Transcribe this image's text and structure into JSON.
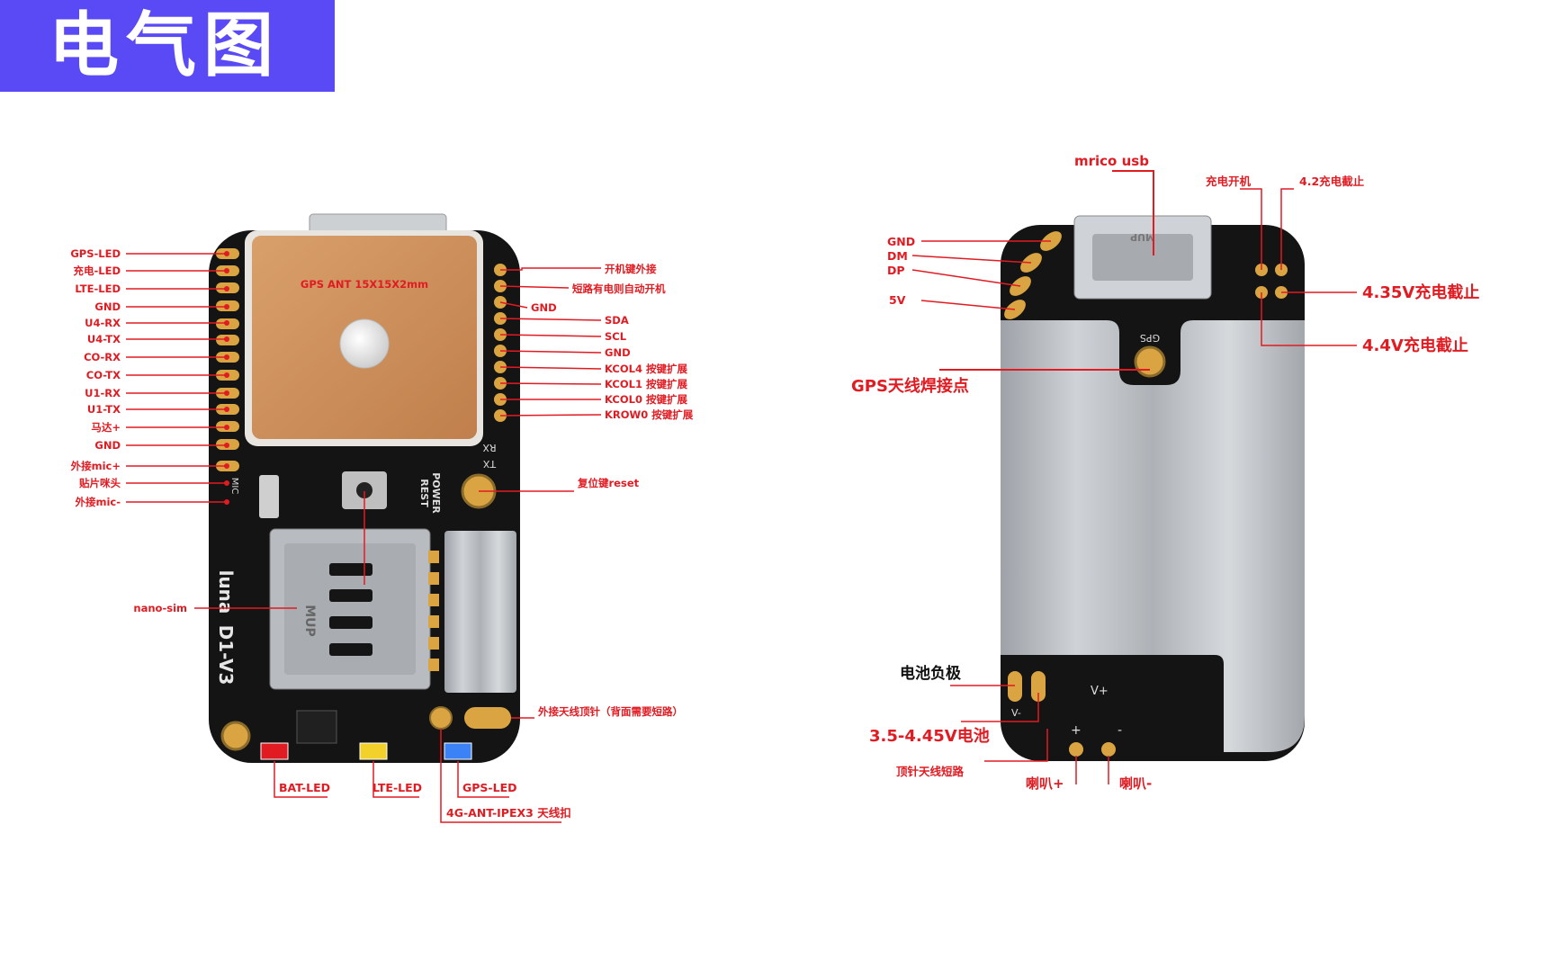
{
  "banner": {
    "title": "电气图"
  },
  "board_front": {
    "gps_module_text": "GPS ANT 15X15X2mm",
    "silk_reset": "REST",
    "silk_power": "POWER",
    "silk_rx": "RX",
    "silk_tx": "TX",
    "silk_mic": "MIC",
    "silk_brand": "luna",
    "silk_model": "D1-V3",
    "silk_sim": "MUP",
    "labels_left": [
      "GPS-LED",
      "充电-LED",
      "LTE-LED",
      "GND",
      "U4-RX",
      "U4-TX",
      "CO-RX",
      "CO-TX",
      "U1-RX",
      "U1-TX",
      "马达+",
      "GND",
      "外接mic+",
      "贴片咪头",
      "外接mic-",
      "nano-sim"
    ],
    "labels_right": [
      "开机键外接",
      "短路有电则自动开机",
      "GND",
      "SDA",
      "SCL",
      "GND",
      "KCOL4 按键扩展",
      "KCOL1 按键扩展",
      "KCOL0 按键扩展",
      "KROW0 按键扩展",
      "复位键reset",
      "外接天线顶针（背面需要短路）"
    ],
    "labels_bottom": [
      "BAT-LED",
      "LTE-LED",
      "GPS-LED",
      "4G-ANT-IPEX3 天线扣"
    ]
  },
  "board_back": {
    "silk_usb": "MUP",
    "silk_gps": "GPS",
    "silk_vplus": "V+",
    "silk_vminus": "V-",
    "silk_plus": "+",
    "silk_minus": "-",
    "label_usb": "mrico usb",
    "label_charge_switch": "充电开机",
    "label_42": "4.2充电截止",
    "label_435": "4.35V充电截止",
    "label_44": "4.4V充电截止",
    "labels_left": [
      "GND",
      "DM",
      "DP",
      "5V"
    ],
    "label_gps_pad": "GPS天线焊接点",
    "label_batt_neg": "电池负极",
    "label_batt": "3.5-4.45V电池",
    "label_ant_short": "顶针天线短路",
    "label_spk_plus": "喇叭+",
    "label_spk_minus": "喇叭-"
  },
  "colors": {
    "banner": "#5a4af5",
    "label": "#e11b22",
    "pcb": "#111111",
    "gold": "#d9a441",
    "antenna": "#c98a55",
    "shield": "#b5b8bd"
  }
}
